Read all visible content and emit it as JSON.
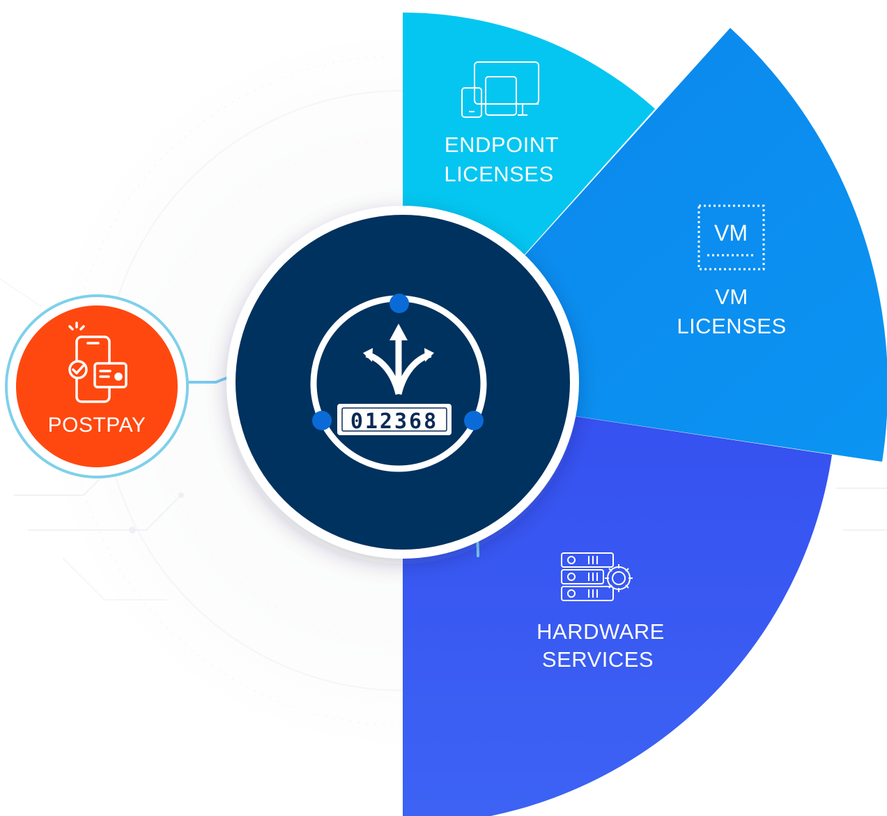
{
  "segments": {
    "endpoint": {
      "line1": "ENDPOINT",
      "line2": "LICENSES",
      "icon": "devices-icon",
      "color": "#04c4f0"
    },
    "vm": {
      "badge": "VM",
      "line1": "VM",
      "line2": "LICENSES",
      "icon": "vm-icon",
      "color": "#0a8ff0"
    },
    "hardware": {
      "line1": "HARDWARE",
      "line2": "SERVICES",
      "icon": "server-gear-icon",
      "color": "#3a5df2"
    }
  },
  "hub": {
    "counter": "012368",
    "icon": "routing-meter-icon",
    "color": "#05315f",
    "dot_color": "#0a6bd8"
  },
  "postpay": {
    "label": "POSTPAY",
    "icon": "mobile-payment-icon",
    "color": "#ff4a12",
    "ring_color": "#7fd0ea"
  }
}
